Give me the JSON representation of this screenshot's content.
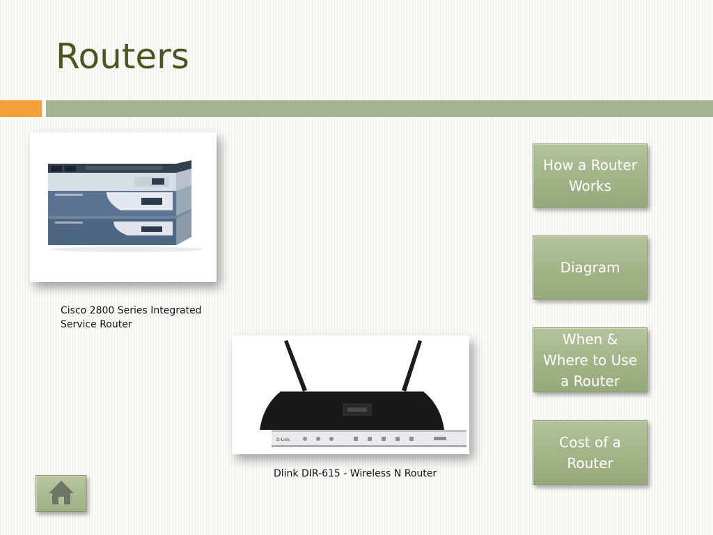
{
  "slide": {
    "title": "Routers"
  },
  "images": {
    "router1": {
      "caption_line1": "Cisco 2800 Series Integrated",
      "caption_line2": "Service Router"
    },
    "router2": {
      "caption": "Dlink DIR-615 - Wireless N Router"
    }
  },
  "nav": {
    "how_line1": "How a Router",
    "how_line2": "Works",
    "diagram": "Diagram",
    "when_line1": "When &",
    "when_line2": "Where to Use",
    "when_line3": "a Router",
    "cost_line1": "Cost of a",
    "cost_line2": "Router"
  },
  "icons": {
    "home": "home-icon"
  },
  "colors": {
    "title": "#4a5520",
    "accent_orange": "#f4a13a",
    "accent_green": "#a3b48f",
    "button_green": "#a2b386"
  }
}
